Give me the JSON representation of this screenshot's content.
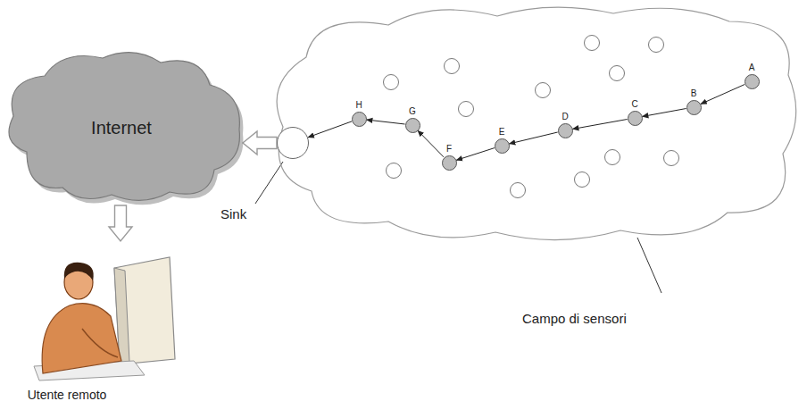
{
  "diagram": {
    "nodes": [
      {
        "text": [
          "Internet"
        ]
      },
      {
        "text": [
          "Utente remoto"
        ]
      },
      {
        "text": [
          "Campo di sensori"
        ]
      },
      {
        "text": [
          "Sink"
        ],
        "in": 2
      },
      {
        "text": [
          "H"
        ],
        "in": 2
      },
      {
        "text": [
          "G"
        ],
        "in": 2
      },
      {
        "text": [
          "F"
        ],
        "in": 2
      },
      {
        "text": [
          "E"
        ],
        "in": 2
      },
      {
        "text": [
          "D"
        ],
        "in": 2
      },
      {
        "text": [
          "C"
        ],
        "in": 2
      },
      {
        "text": [
          "B"
        ],
        "in": 2
      },
      {
        "text": [
          "A"
        ],
        "in": 2
      }
    ],
    "edges": [
      {
        "from": 11,
        "to": 10,
        "arrow": "to"
      },
      {
        "from": 10,
        "to": 9,
        "arrow": "to"
      },
      {
        "from": 9,
        "to": 8,
        "arrow": "to"
      },
      {
        "from": 8,
        "to": 7,
        "arrow": "to"
      },
      {
        "from": 7,
        "to": 6,
        "arrow": "to"
      },
      {
        "from": 6,
        "to": 5,
        "arrow": "to"
      },
      {
        "from": 5,
        "to": 4,
        "arrow": "to"
      },
      {
        "from": 4,
        "to": 3,
        "arrow": "to"
      },
      {
        "from": 3,
        "to": 0,
        "arrow": "to"
      },
      {
        "from": 0,
        "to": 1,
        "arrow": "to"
      }
    ]
  }
}
